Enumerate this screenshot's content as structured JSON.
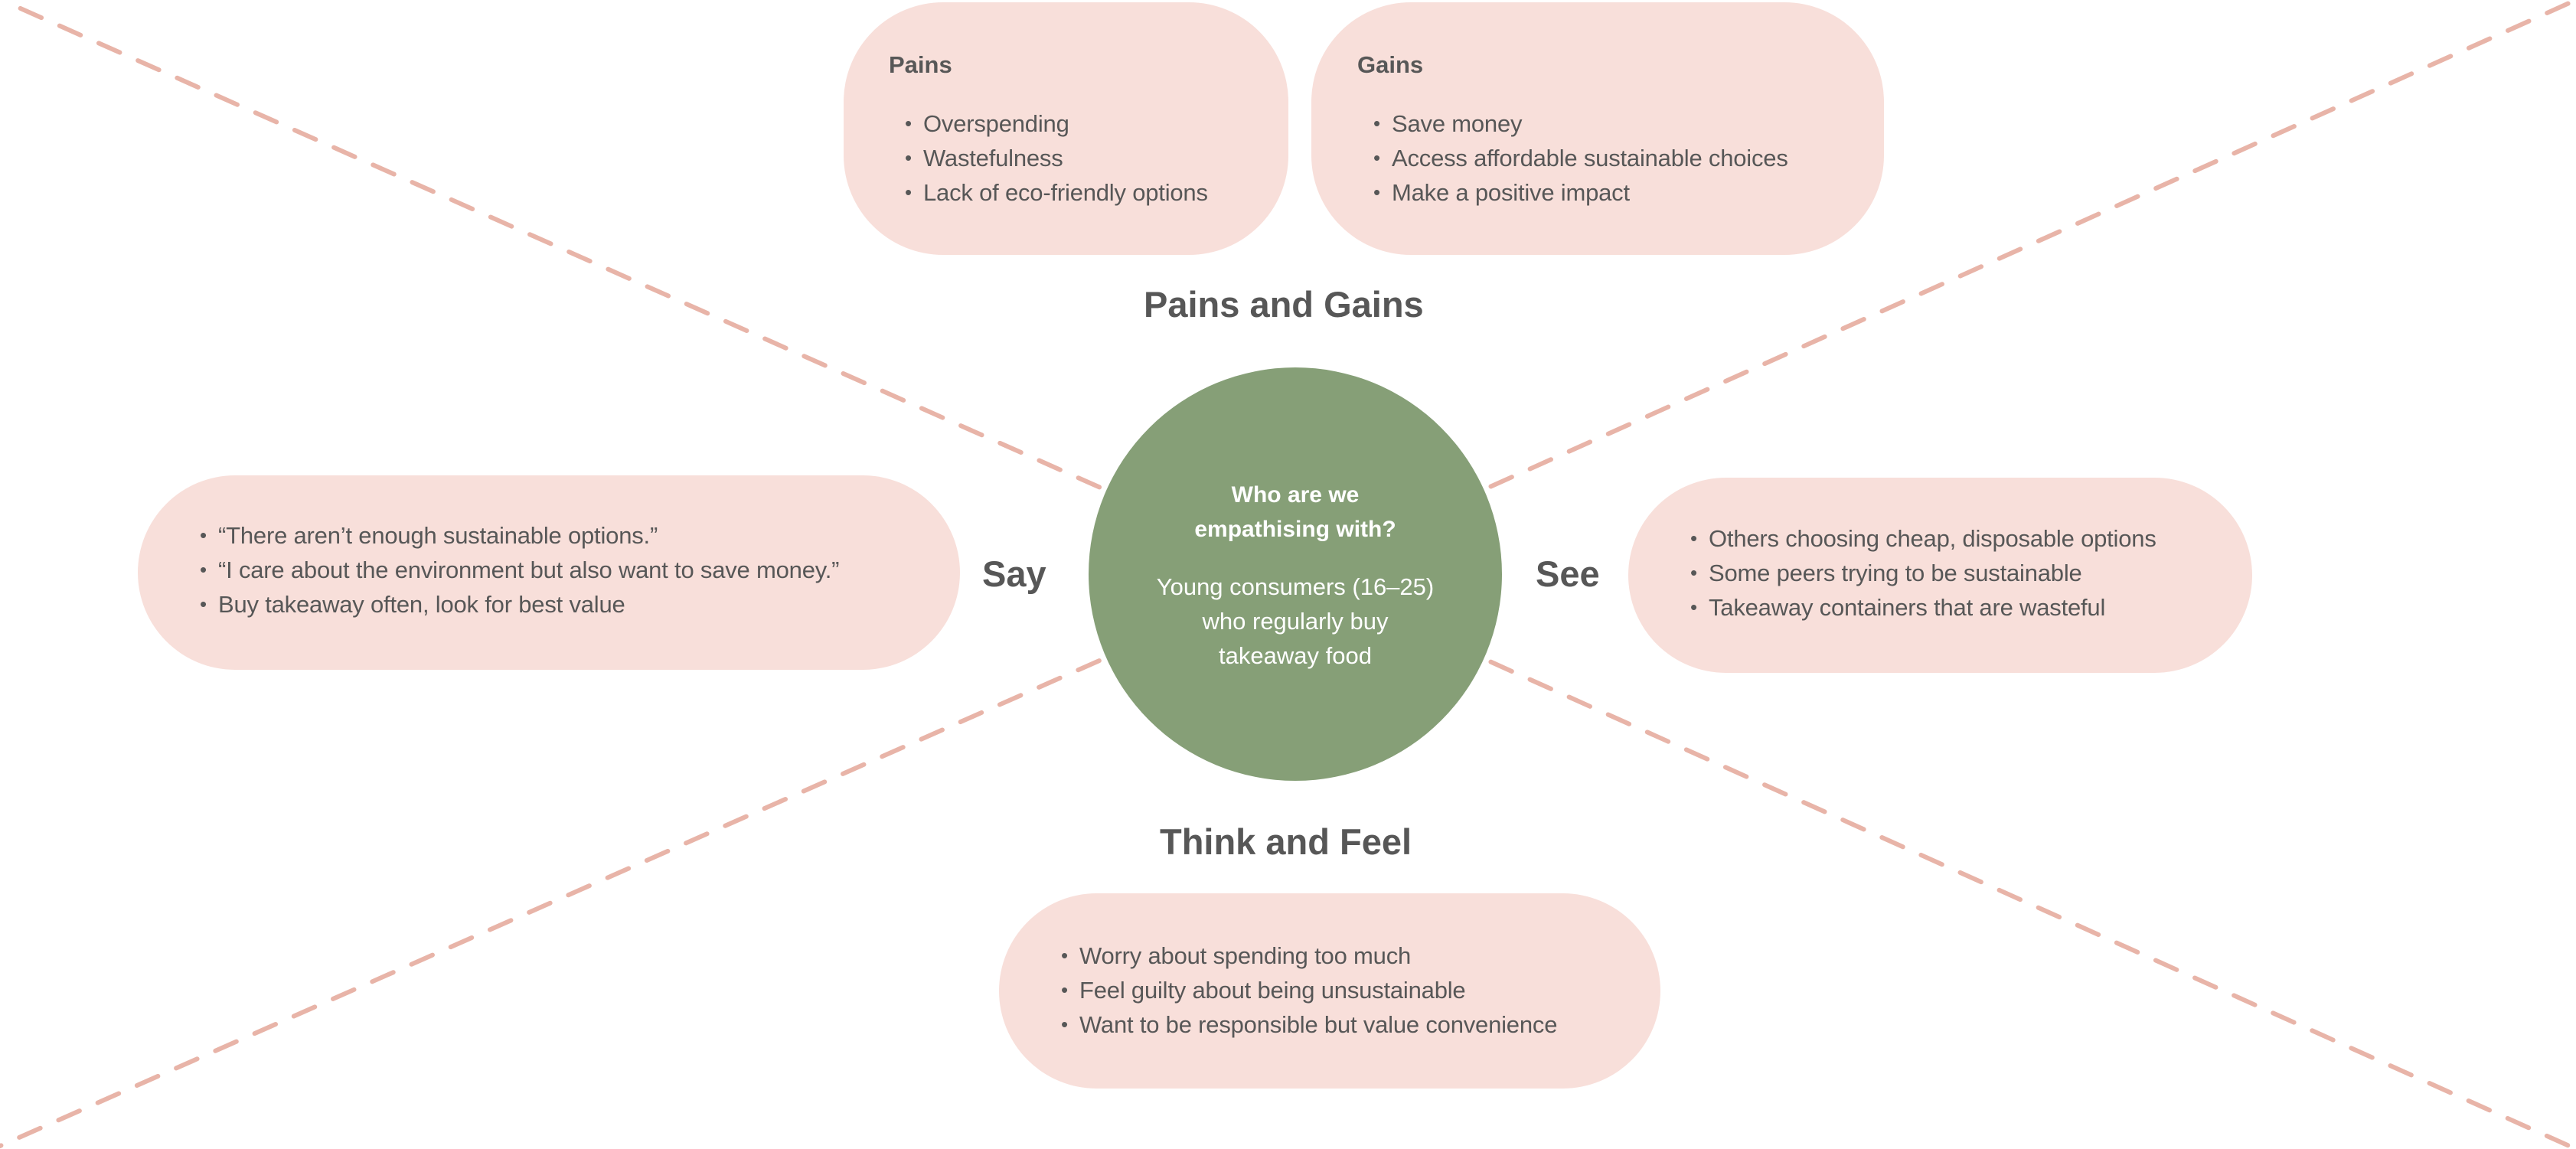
{
  "colors": {
    "accent_green": "#869f77",
    "box_pink": "#f8dfda",
    "dashed_line": "#e8b4a8",
    "text_dark": "#575757",
    "text_light": "#ffffff"
  },
  "persona": {
    "question_lines": [
      "Who are we",
      "empathising with?"
    ],
    "answer_lines": [
      "Young consumers (16–25)",
      "who regularly buy",
      "takeaway food"
    ]
  },
  "sections": {
    "pains_gains": {
      "heading": "Pains and Gains",
      "pains": {
        "title": "Pains",
        "items": [
          "Overspending",
          "Wastefulness",
          "Lack of eco-friendly options"
        ]
      },
      "gains": {
        "title": "Gains",
        "items": [
          "Save money",
          "Access affordable sustainable choices",
          "Make a positive impact"
        ]
      }
    },
    "say": {
      "label": "Say",
      "items": [
        "“There aren’t enough sustainable options.”",
        "“I care about the environment but also want to save money.”",
        "Buy takeaway often, look for best value"
      ]
    },
    "see": {
      "label": "See",
      "items": [
        "Others choosing cheap, disposable options",
        "Some peers trying to be sustainable",
        "Takeaway containers that are wasteful"
      ]
    },
    "think_feel": {
      "heading": "Think and Feel",
      "items": [
        "Worry about spending too much",
        "Feel guilty about being unsustainable",
        "Want to be responsible but value convenience"
      ]
    }
  },
  "bullet_glyph": "•"
}
